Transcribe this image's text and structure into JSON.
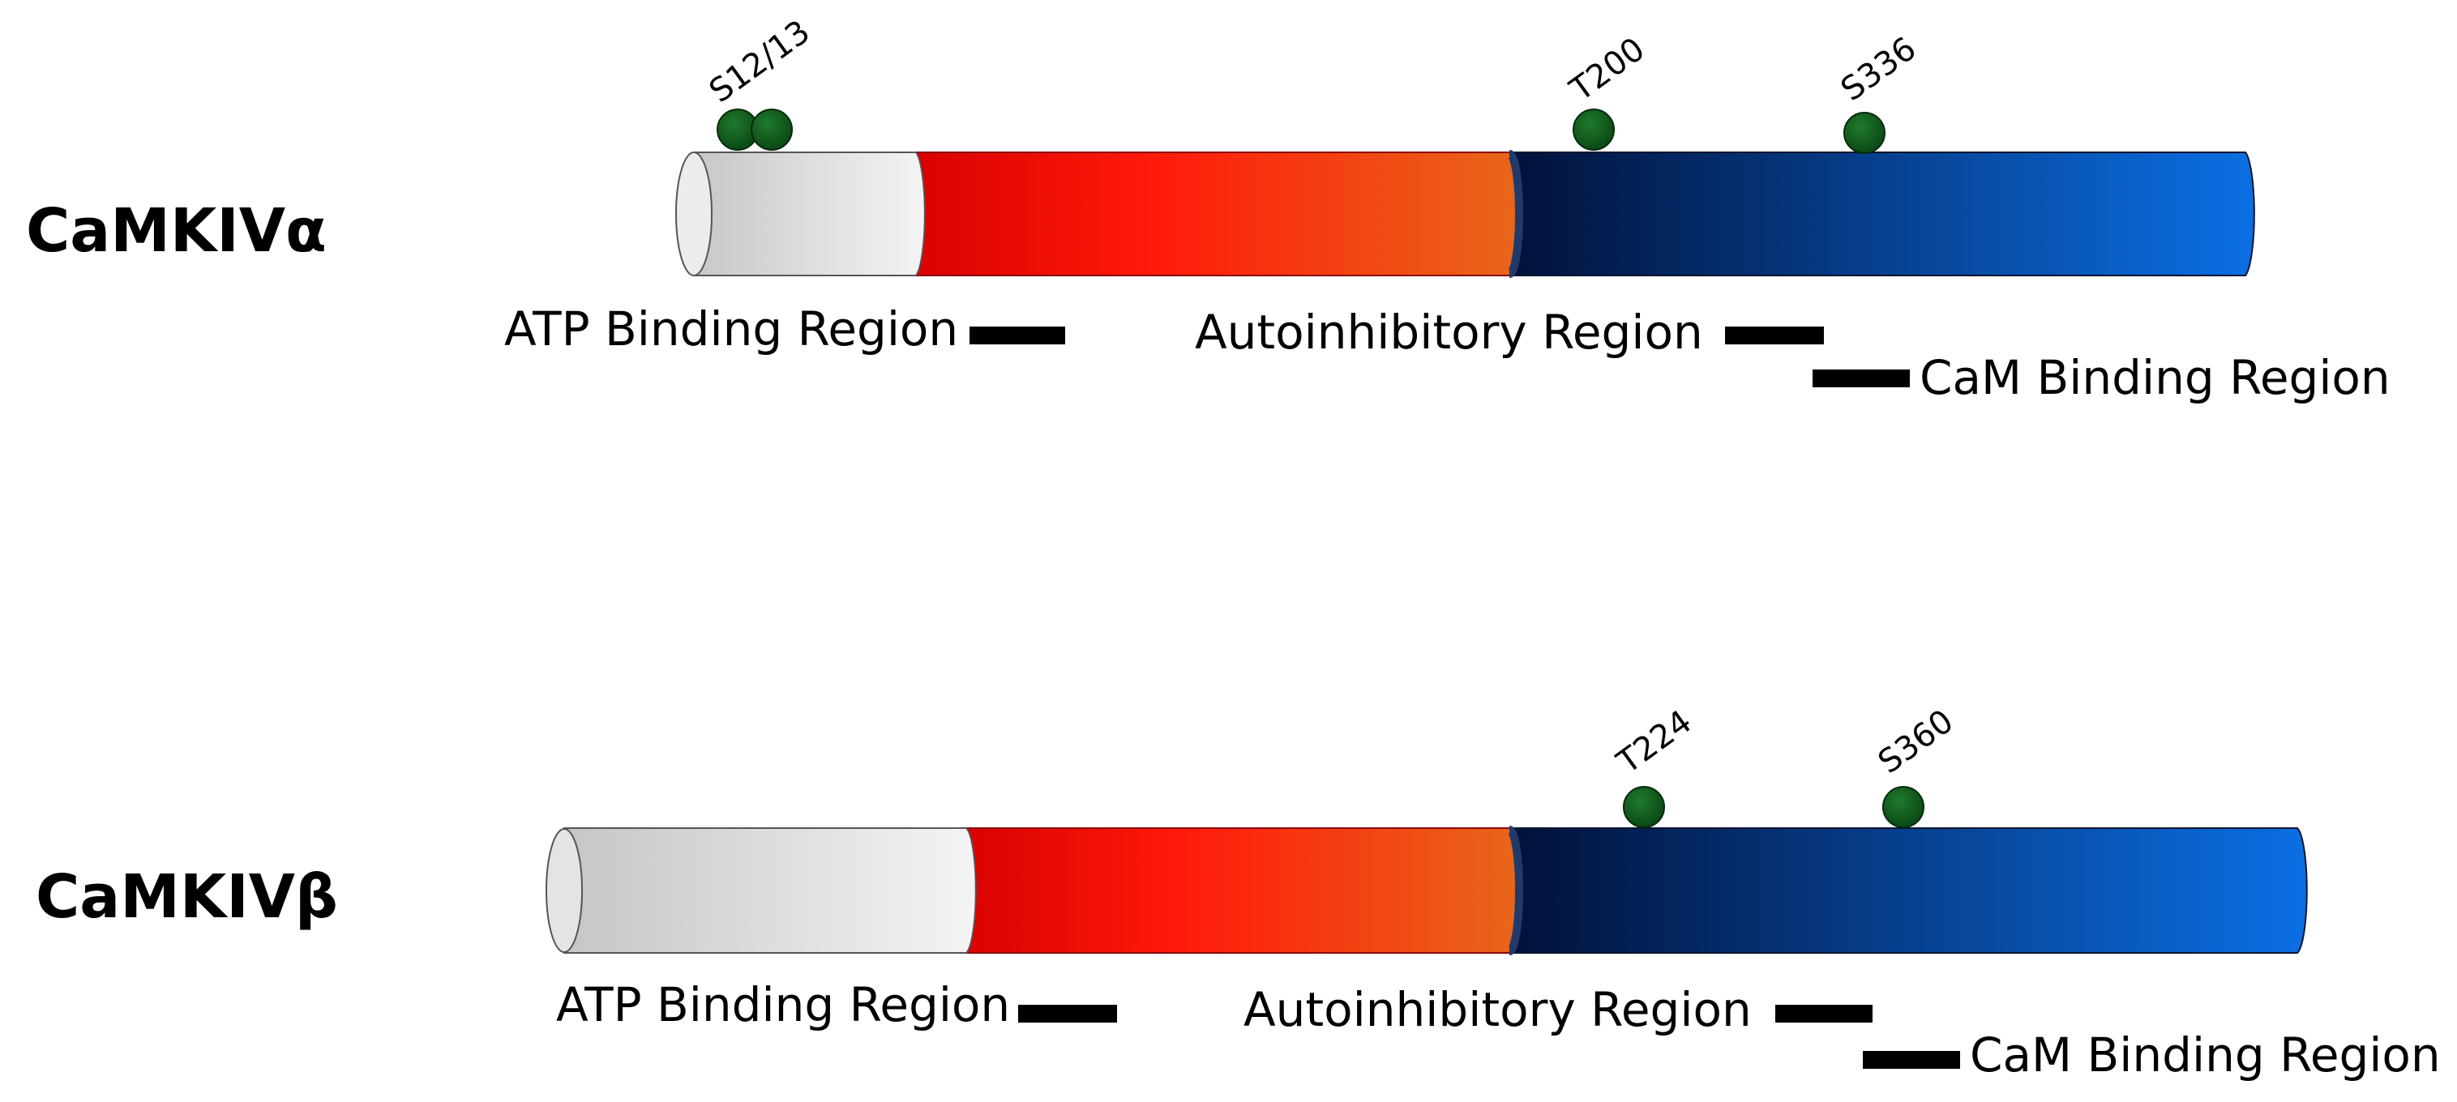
{
  "colors": {
    "atp_segment_light": "#f4f4f4",
    "atp_segment_dark": "#c4c4c4",
    "kinase_red": "#d80000",
    "kinase_orange": "#e8661a",
    "regulatory_navy": "#021038",
    "regulatory_blue": "#0b6fe4",
    "phospho_site": "#0b5217",
    "bar": "#000000"
  },
  "isoforms": [
    {
      "title": "CaMKIVα",
      "sites": [
        {
          "label": "S12/13"
        },
        {
          "label": "T200"
        },
        {
          "label": "S336"
        }
      ],
      "regions": {
        "atp": "ATP Binding Region",
        "autoinhibitory": "Autoinhibitory Region",
        "cam": "CaM Binding Region"
      }
    },
    {
      "title": "CaMKIVβ",
      "sites": [
        {
          "label": "T224"
        },
        {
          "label": "S360"
        }
      ],
      "regions": {
        "atp": "ATP Binding Region",
        "autoinhibitory": "Autoinhibitory Region",
        "cam": "CaM Binding Region"
      }
    }
  ]
}
